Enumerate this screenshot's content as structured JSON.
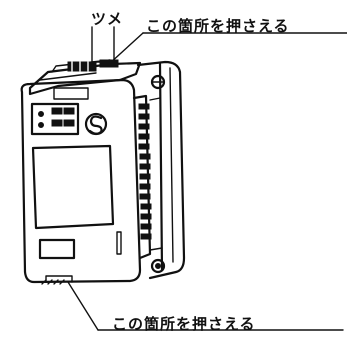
{
  "callouts": {
    "claw": "ツメ",
    "press_point_top": "この箇所を押さえる",
    "press_point_bottom": "この箇所を押さえる"
  },
  "colors": {
    "line": "#111111",
    "background": "#ffffff"
  }
}
